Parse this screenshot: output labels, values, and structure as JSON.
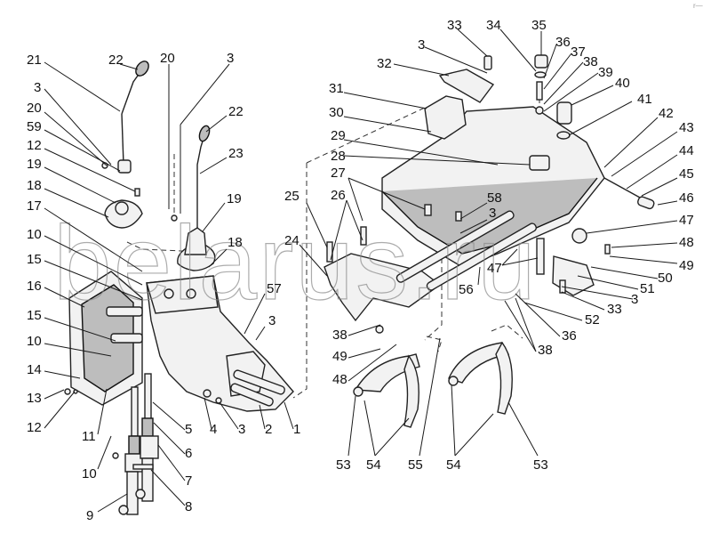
{
  "diagram": {
    "title": "Gearbox shift mechanism exploded parts diagram",
    "watermark": "belarus.ru",
    "corner_mark": "r—",
    "colors": {
      "background": "#ffffff",
      "ink": "#111111",
      "shading": "#bdbdbd",
      "watermark": "#8a8a8a"
    },
    "callouts": [
      {
        "id": "c21a",
        "label": "21"
      },
      {
        "id": "c22a",
        "label": "22"
      },
      {
        "id": "c3a",
        "label": "3"
      },
      {
        "id": "c20a",
        "label": "20"
      },
      {
        "id": "c59",
        "label": "59"
      },
      {
        "id": "c12a",
        "label": "12"
      },
      {
        "id": "c19a",
        "label": "19"
      },
      {
        "id": "c18a",
        "label": "18"
      },
      {
        "id": "c17",
        "label": "17"
      },
      {
        "id": "c10a",
        "label": "10"
      },
      {
        "id": "c15a",
        "label": "15"
      },
      {
        "id": "c16",
        "label": "16"
      },
      {
        "id": "c15b",
        "label": "15"
      },
      {
        "id": "c10b",
        "label": "10"
      },
      {
        "id": "c14",
        "label": "14"
      },
      {
        "id": "c13",
        "label": "13"
      },
      {
        "id": "c12b",
        "label": "12"
      },
      {
        "id": "c11",
        "label": "11"
      },
      {
        "id": "c10c",
        "label": "10"
      },
      {
        "id": "c9",
        "label": "9"
      },
      {
        "id": "c8",
        "label": "8"
      },
      {
        "id": "c7",
        "label": "7"
      },
      {
        "id": "c6",
        "label": "6"
      },
      {
        "id": "c5",
        "label": "5"
      },
      {
        "id": "c4",
        "label": "4"
      },
      {
        "id": "c3b",
        "label": "3"
      },
      {
        "id": "c2",
        "label": "2"
      },
      {
        "id": "c1",
        "label": "1"
      },
      {
        "id": "c20b",
        "label": "20"
      },
      {
        "id": "c3c",
        "label": "3"
      },
      {
        "id": "c22b",
        "label": "22"
      },
      {
        "id": "c23",
        "label": "23"
      },
      {
        "id": "c19b",
        "label": "19"
      },
      {
        "id": "c18b",
        "label": "18"
      },
      {
        "id": "c57",
        "label": "57"
      },
      {
        "id": "c3d",
        "label": "3"
      },
      {
        "id": "c25",
        "label": "25"
      },
      {
        "id": "c24",
        "label": "24"
      },
      {
        "id": "c27",
        "label": "27"
      },
      {
        "id": "c26",
        "label": "26"
      },
      {
        "id": "c38a",
        "label": "38"
      },
      {
        "id": "c49a",
        "label": "49"
      },
      {
        "id": "c48a",
        "label": "48"
      },
      {
        "id": "c53a",
        "label": "53"
      },
      {
        "id": "c54a",
        "label": "54"
      },
      {
        "id": "c55",
        "label": "55"
      },
      {
        "id": "c54b",
        "label": "54"
      },
      {
        "id": "c53b",
        "label": "53"
      },
      {
        "id": "c31",
        "label": "31"
      },
      {
        "id": "c30",
        "label": "30"
      },
      {
        "id": "c29",
        "label": "29"
      },
      {
        "id": "c28",
        "label": "28"
      },
      {
        "id": "c32",
        "label": "32"
      },
      {
        "id": "c3e",
        "label": "3"
      },
      {
        "id": "c33a",
        "label": "33"
      },
      {
        "id": "c34",
        "label": "34"
      },
      {
        "id": "c35",
        "label": "35"
      },
      {
        "id": "c36a",
        "label": "36"
      },
      {
        "id": "c37",
        "label": "37"
      },
      {
        "id": "c38b",
        "label": "38"
      },
      {
        "id": "c39",
        "label": "39"
      },
      {
        "id": "c40",
        "label": "40"
      },
      {
        "id": "c41",
        "label": "41"
      },
      {
        "id": "c42",
        "label": "42"
      },
      {
        "id": "c43",
        "label": "43"
      },
      {
        "id": "c44",
        "label": "44"
      },
      {
        "id": "c45",
        "label": "45"
      },
      {
        "id": "c46",
        "label": "46"
      },
      {
        "id": "c47a",
        "label": "47"
      },
      {
        "id": "c48b",
        "label": "48"
      },
      {
        "id": "c49b",
        "label": "49"
      },
      {
        "id": "c50",
        "label": "50"
      },
      {
        "id": "c51",
        "label": "51"
      },
      {
        "id": "c3f",
        "label": "3"
      },
      {
        "id": "c33b",
        "label": "33"
      },
      {
        "id": "c52",
        "label": "52"
      },
      {
        "id": "c36b",
        "label": "36"
      },
      {
        "id": "c38c",
        "label": "38"
      },
      {
        "id": "c58",
        "label": "58"
      },
      {
        "id": "c3g",
        "label": "3"
      },
      {
        "id": "c47b",
        "label": "47"
      },
      {
        "id": "c56",
        "label": "56"
      }
    ]
  }
}
